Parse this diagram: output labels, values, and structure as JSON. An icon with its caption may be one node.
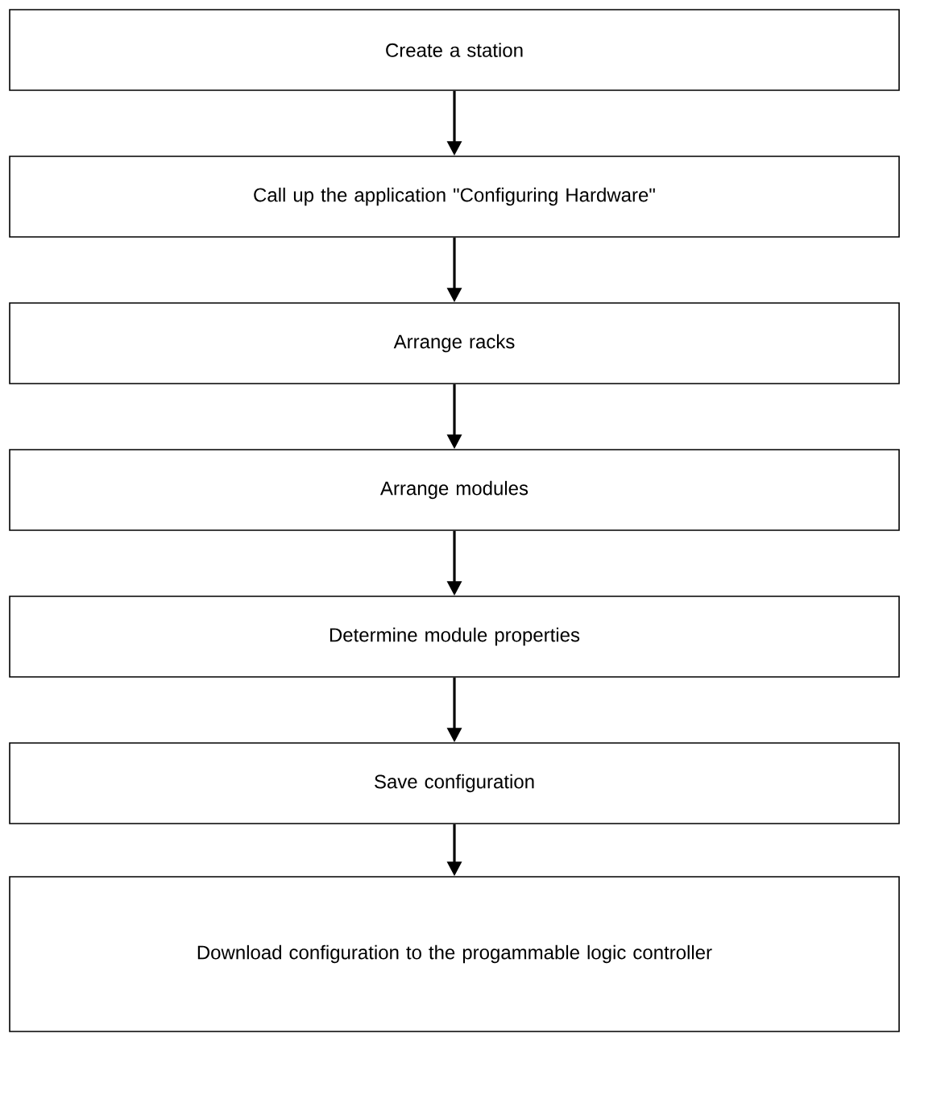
{
  "diagram": {
    "nodes": [
      {
        "text": [
          "Create a station"
        ]
      },
      {
        "text": [
          "Call up the application \"Configuring Hardware\""
        ]
      },
      {
        "text": [
          "Arrange racks"
        ]
      },
      {
        "text": [
          "Arrange modules"
        ]
      },
      {
        "text": [
          "Determine module properties"
        ]
      },
      {
        "text": [
          "Save configuration"
        ]
      },
      {
        "text": [
          "Download configuration to the progammable logic controller"
        ]
      }
    ],
    "edges": [
      {
        "from": 0,
        "to": 1,
        "arrow": "to"
      },
      {
        "from": 1,
        "to": 2,
        "arrow": "to"
      },
      {
        "from": 2,
        "to": 3,
        "arrow": "to"
      },
      {
        "from": 3,
        "to": 4,
        "arrow": "to"
      },
      {
        "from": 4,
        "to": 5,
        "arrow": "to"
      },
      {
        "from": 5,
        "to": 6,
        "arrow": "to"
      }
    ]
  }
}
